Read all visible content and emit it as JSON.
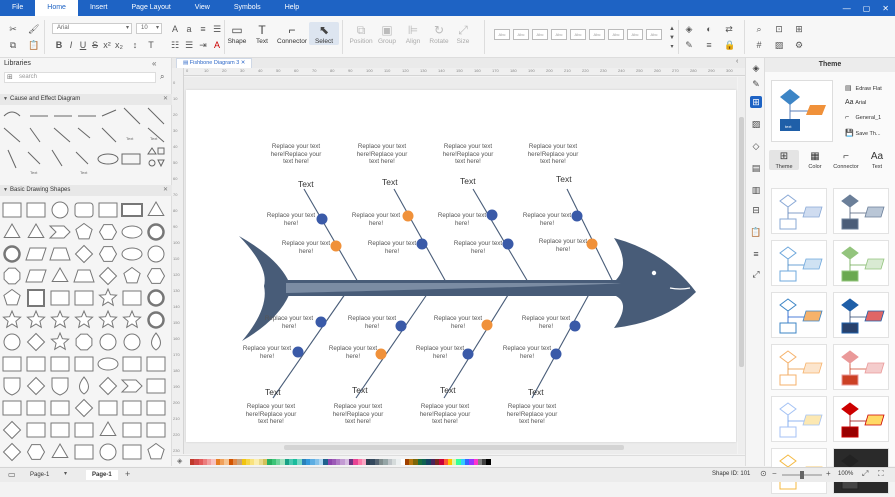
{
  "menu": {
    "items": [
      "File",
      "Home",
      "Insert",
      "Page Layout",
      "View",
      "Symbols",
      "Help"
    ],
    "active": "Home"
  },
  "ribbon": {
    "font_family": "Arial",
    "font_size": "10",
    "tools": [
      {
        "label": "Shape",
        "icon": "▭"
      },
      {
        "label": "Text",
        "icon": "T"
      },
      {
        "label": "Connector",
        "icon": "⌐"
      },
      {
        "label": "Select",
        "icon": "⬉"
      },
      {
        "label": "Position",
        "icon": "⧉"
      },
      {
        "label": "Group",
        "icon": "▣"
      },
      {
        "label": "Align",
        "icon": "⊫"
      },
      {
        "label": "Rotate",
        "icon": "↻"
      },
      {
        "label": "Size",
        "icon": "⤢"
      }
    ],
    "style_box_label": "Abc"
  },
  "libraries": {
    "title": "Libraries",
    "search_placeholder": "search",
    "sections": [
      "Cause and Effect Diagram",
      "Basic Drawing Shapes"
    ],
    "cause_effect_labels": [
      "Text",
      "Text",
      "Text",
      "Text"
    ]
  },
  "document": {
    "tab_title": "Fishbone Diagram 3",
    "ruler_h": [
      "0",
      "10",
      "20",
      "30",
      "40",
      "50",
      "60",
      "70",
      "80",
      "90",
      "100",
      "110",
      "120",
      "130",
      "140",
      "150",
      "160",
      "170",
      "180",
      "190",
      "200",
      "210",
      "220",
      "230",
      "240",
      "250",
      "260",
      "270",
      "280",
      "290",
      "300"
    ],
    "ruler_v": [
      "0",
      "10",
      "20",
      "30",
      "40",
      "50",
      "60",
      "70",
      "80",
      "90",
      "100",
      "110",
      "120",
      "130",
      "140",
      "150",
      "160",
      "170",
      "180",
      "190",
      "200",
      "210",
      "220",
      "230"
    ]
  },
  "fishbone": {
    "placeholder": "Replace your text here!",
    "placeholder_long": "Replace your text here!Replace your text here!",
    "bone_label": "Text"
  },
  "colors": {
    "accent": "#1e63c4",
    "fish": "#485c78",
    "node_blue": "#3a5aa8",
    "node_orange": "#f0913a",
    "palette": [
      "#c0392b",
      "#d04848",
      "#e35a5a",
      "#ec7d7d",
      "#f2a0a0",
      "#f7c2c2",
      "#e67e22",
      "#f0a05a",
      "#f6c390",
      "#d35400",
      "#e08a4a",
      "#c8a27a",
      "#f1c40f",
      "#f5d547",
      "#f9e27d",
      "#fbeeae",
      "#e9d98c",
      "#d4c15a",
      "#27ae60",
      "#3cc477",
      "#6fd39b",
      "#a2e3bf",
      "#16a085",
      "#48c9b0",
      "#1abc9c",
      "#76d7c4",
      "#2980b9",
      "#3498db",
      "#5dade2",
      "#85c1e9",
      "#aed6f1",
      "#1f618d",
      "#8e44ad",
      "#9b59b6",
      "#af7ac5",
      "#c39bd3",
      "#d7bde2",
      "#6c3483",
      "#e84393",
      "#fd79a8",
      "#f8a5c2",
      "#2c3e50",
      "#34495e",
      "#566573",
      "#7f8c8d",
      "#95a5a6",
      "#bdc3c7",
      "#d5dbdb",
      "#ecf0f1",
      "#ffffff",
      "#a04000",
      "#b9770e",
      "#7d6608",
      "#196f3d",
      "#0e6251",
      "#154360",
      "#4a235a",
      "#78281f",
      "#c70039",
      "#ff5733",
      "#ffc300",
      "#daf7a6",
      "#33ff99",
      "#33ccff",
      "#3366ff",
      "#9933ff",
      "#ff33cc",
      "#808080",
      "#404040",
      "#000000"
    ]
  },
  "theme": {
    "title": "Theme",
    "options": [
      {
        "icon": "▤",
        "label": "Edraw Flat"
      },
      {
        "icon": "Aa",
        "label": "Arial"
      },
      {
        "icon": "⌐",
        "label": "General_1"
      },
      {
        "icon": "💾",
        "label": "Save Th..."
      }
    ],
    "tabs": [
      {
        "icon": "⊞",
        "label": "Theme"
      },
      {
        "icon": "▦",
        "label": "Color"
      },
      {
        "icon": "⌐",
        "label": "Connector"
      },
      {
        "icon": "Aa",
        "label": "Text"
      }
    ],
    "preview_node": "text",
    "card_palettes": [
      [
        "#8aa9d6",
        "#cfdcf0",
        "#5a7fb8"
      ],
      [
        "#6b7f99",
        "#b9c6d6",
        "#4b5d78"
      ],
      [
        "#6fa8dc",
        "#cfe2f3",
        "#3d85c6"
      ],
      [
        "#93c47d",
        "#d9ead3",
        "#6aa84f"
      ],
      [
        "#3d85c6",
        "#f6b26b",
        "#1155cc"
      ],
      [
        "#1f5fa8",
        "#e06666",
        "#27406b"
      ],
      [
        "#f6b26b",
        "#fce5cd",
        "#e69138"
      ],
      [
        "#ea9999",
        "#f4cccc",
        "#cc4125"
      ],
      [
        "#a4c2f4",
        "#fce8b2",
        "#6d9eeb"
      ],
      [
        "#cc0000",
        "#ffd966",
        "#990000"
      ],
      [
        "#f4b942",
        "#fff2cc",
        "#e69138"
      ],
      [
        "#222222",
        "#ffb366",
        "#444444"
      ]
    ]
  },
  "statusbar": {
    "pages": [
      "Page-1",
      "Page-1"
    ],
    "shape_id": "Shape ID: 101",
    "zoom": "100%"
  }
}
